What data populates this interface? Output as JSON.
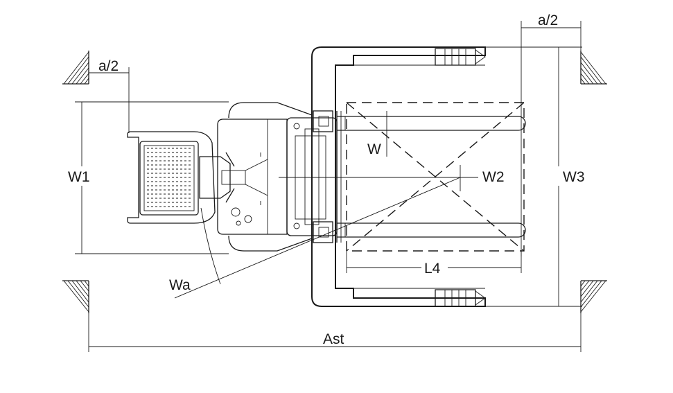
{
  "diagram": {
    "labels": {
      "a_half_left": "a/2",
      "a_half_right": "a/2",
      "w1": "W1",
      "w": "W",
      "w2": "W2",
      "w3": "W3",
      "l4": "L4",
      "wa": "Wa",
      "ast": "Ast"
    }
  }
}
